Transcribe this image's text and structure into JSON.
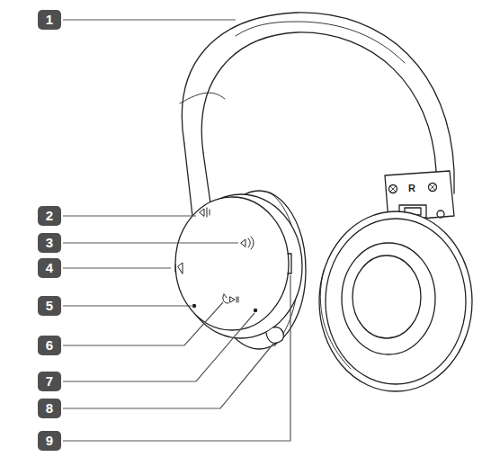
{
  "diagram": {
    "labels": [
      "1",
      "2",
      "3",
      "4",
      "5",
      "6",
      "7",
      "8",
      "9",
      "R"
    ]
  }
}
